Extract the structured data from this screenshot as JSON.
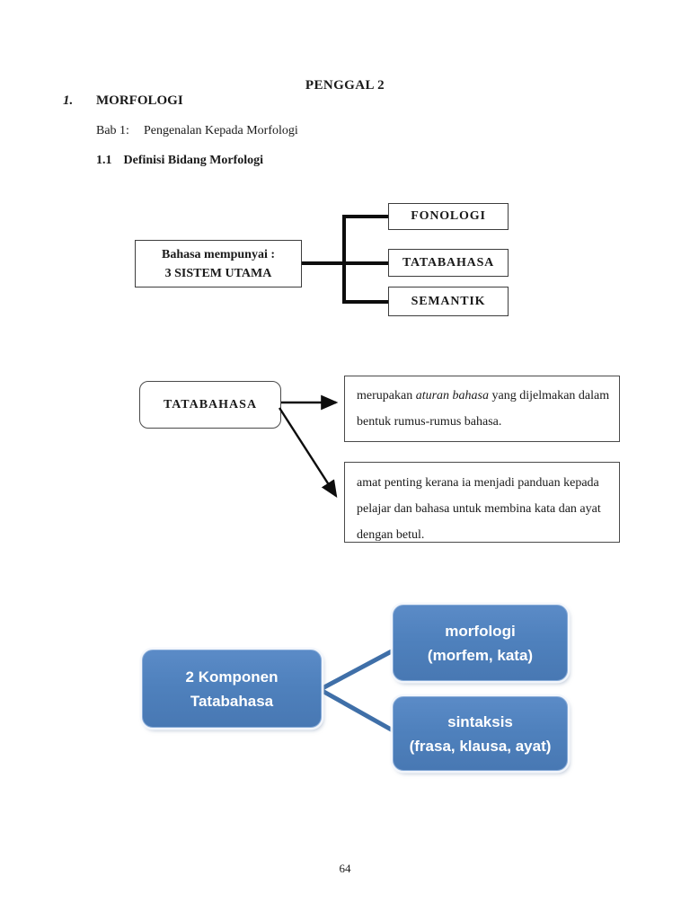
{
  "page": {
    "title": "PENGGAL 2",
    "section_number": "1.",
    "section_title": "MORFOLOGI",
    "chapter_label": "Bab 1:",
    "chapter_title": "Pengenalan Kepada Morfologi",
    "subsection_number": "1.1",
    "subsection_title": "Definisi Bidang Morfologi",
    "page_number": "64"
  },
  "diagram_sistem": {
    "root": {
      "line1": "Bahasa mempunyai :",
      "line2": "3 SISTEM UTAMA"
    },
    "children": [
      "FONOLOGI",
      "TATABAHASA",
      "SEMANTIK"
    ]
  },
  "diagram_tatabahasa": {
    "root": "TATABAHASA",
    "definition": {
      "pre": "merupakan ",
      "italic": "aturan bahasa",
      "post": " yang dijelmakan dalam bentuk rumus-rumus bahasa."
    },
    "importance": "amat penting kerana ia menjadi panduan kepada pelajar dan bahasa untuk membina kata dan ayat dengan betul."
  },
  "diagram_komponen": {
    "root": {
      "line1": "2 Komponen",
      "line2": "Tatabahasa"
    },
    "children": [
      {
        "title": "morfologi",
        "subtitle": "(morfem, kata)"
      },
      {
        "title": "sintaksis",
        "subtitle": "(frasa, klausa, ayat)"
      }
    ],
    "colors": {
      "box_fill": "#4f81bd",
      "connector": "#3f6fa8",
      "text": "#ffffff"
    }
  }
}
